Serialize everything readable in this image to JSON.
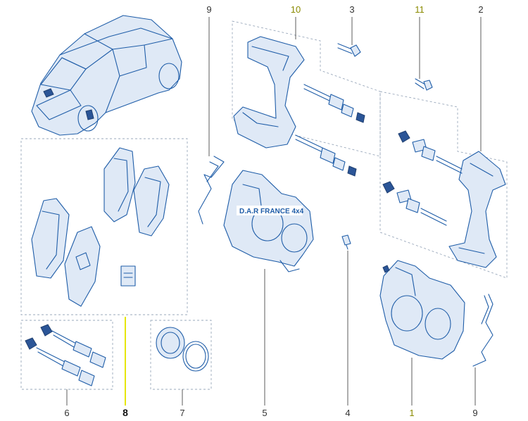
{
  "callouts": {
    "c9_top": "9",
    "c10": "10",
    "c3": "3",
    "c11": "11",
    "c2": "2",
    "c6": "6",
    "c8": "8",
    "c7": "7",
    "c5": "5",
    "c4": "4",
    "c1": "1",
    "c9_bottom": "9"
  },
  "watermark": "D.A.R FRANCE 4x4",
  "colors": {
    "line_art": "#1f5da8",
    "highlight": "#e6e600",
    "callout_highlight": "#8a8a00"
  }
}
